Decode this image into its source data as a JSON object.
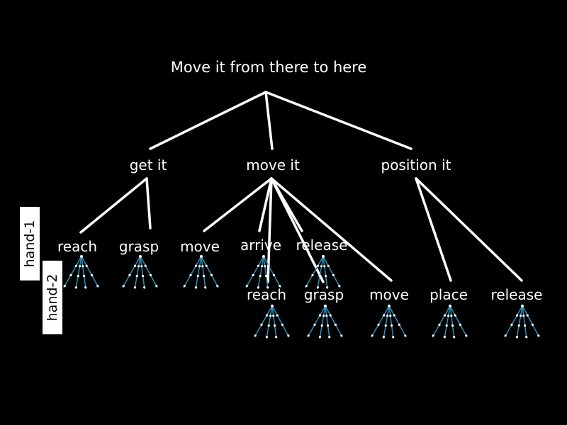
{
  "title": "Move it from there to here",
  "subtasks": {
    "get_it": "get it",
    "move_it": "move it",
    "position_it": "position it"
  },
  "hand1": {
    "label": "hand-1",
    "actions": [
      "reach",
      "grasp",
      "move",
      "arrive",
      "release"
    ]
  },
  "hand2": {
    "label": "hand-2",
    "actions": [
      "reach",
      "grasp",
      "move",
      "place",
      "release"
    ]
  },
  "colors": {
    "background": "#000000",
    "lines": "#ffffff",
    "fan_lines": "#2a8fb8",
    "fan_dots": "#ffffff",
    "label_box": "#ffffff"
  }
}
